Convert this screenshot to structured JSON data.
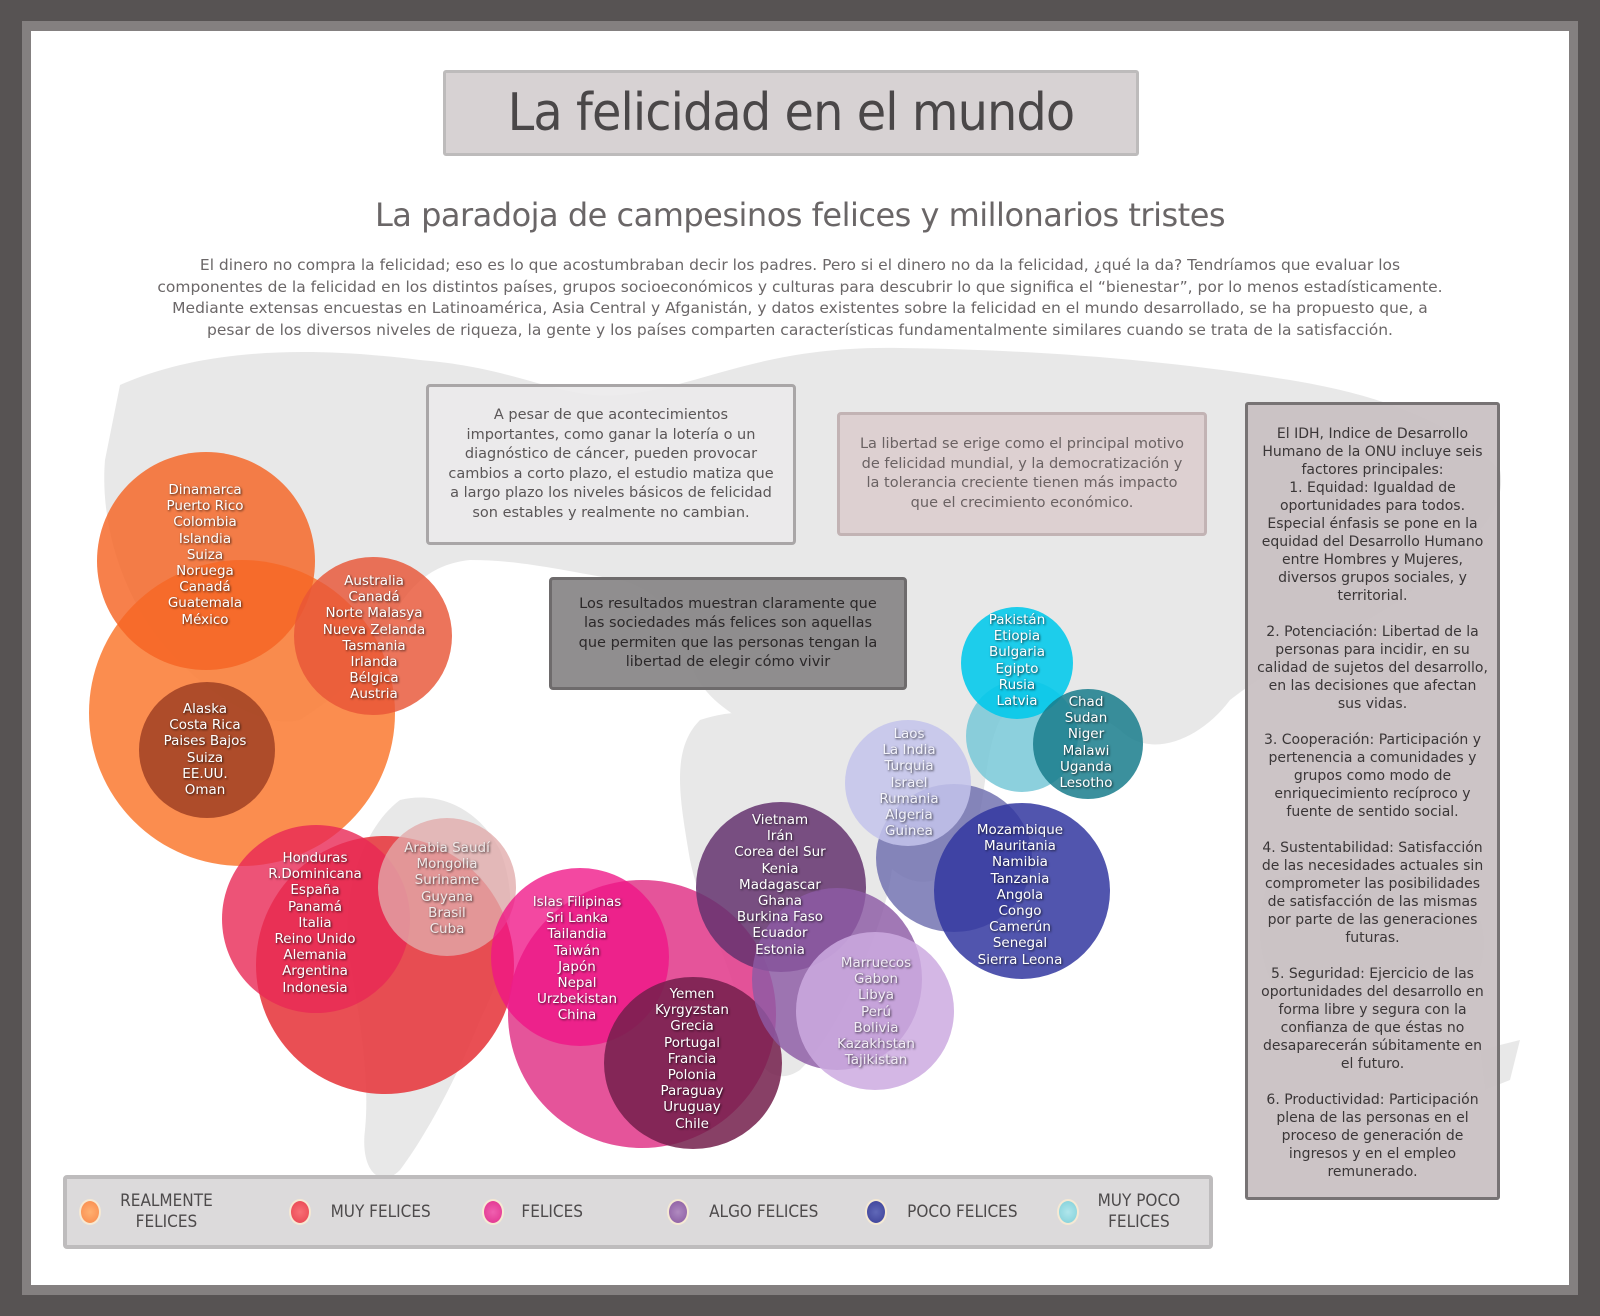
{
  "header": {
    "title": "La felicidad en el mundo",
    "subtitle": "La paradoja de campesinos felices y millonarios tristes",
    "intro": "El dinero no compra la felicidad; eso es lo que acostumbraban decir los padres. Pero si el dinero no da la felicidad, ¿qué la da?  Tendríamos que evaluar los componentes de la felicidad en los distintos países, grupos socioeconómicos y culturas para descubrir lo que significa el “bienestar”, por lo menos estadísticamente. Mediante extensas encuestas en Latinoamérica, Asia Central y Afganistán, y datos existentes sobre la felicidad en el mundo desarrollado, se ha propuesto que, a pesar de los diversos niveles de riqueza, la gente y los países comparten características fundamentalmente similares cuando se trata de la satisfacción."
  },
  "notes": {
    "note1": "A pesar de que acontecimientos importantes, como ganar la lotería o un diagnóstico de cáncer, pueden provocar cambios a corto plazo, el estudio matiza que a largo plazo los niveles básicos de felicidad son estables y realmente no cambian.",
    "note2": "La libertad se erige como el principal motivo de felicidad mundial, y la democratización y la tolerancia creciente tienen más impacto que el crecimiento económico.",
    "note3": "Los resultados muestran claramente que las sociedades más felices son aquellas que permiten que las personas tengan la libertad de elegir cómo vivir"
  },
  "idh": {
    "intro": "El IDH, Indice de Desarrollo Humano de la ONU incluye seis factores principales:",
    "factors": [
      "1. Equidad: Igualdad de oportunidades para todos. Especial énfasis se pone en la equidad del Desarrollo Humano entre Hombres y Mujeres, diversos grupos sociales, y territorial.",
      "2. Potenciación: Libertad de la personas para incidir, en su calidad de sujetos del desarrollo, en las decisiones que afectan sus vidas.",
      "3. Cooperación: Participación y pertenencia a comunidades y grupos como modo de enriquecimiento recíproco y fuente de sentido social.",
      "4. Sustentabilidad: Satisfacción de las necesidades actuales sin comprometer las posibilidades de satisfacción de las mismas por parte de las generaciones futuras.",
      "5. Seguridad: Ejercicio de las oportunidades del desarrollo en forma libre y segura con la confianza de que éstas no desaparecerán súbitamente en el futuro.",
      "6. Productividad: Participación plena de las personas en el proceso de generación de ingresos y en el empleo remunerado."
    ]
  },
  "groups": [
    {
      "category": "Realmente felices",
      "countries": "Dinamarca\nPuerto Rico\nColombia\nIslandia\nSuiza\nNoruega\nCanadá\nGuatemala\nMéxico"
    },
    {
      "category": "Realmente felices",
      "countries": "Australia\nCanadá\nNorte Malasya\nNueva Zelanda\nTasmania\nIrlanda\nBélgica\nAustria"
    },
    {
      "category": "Realmente felices",
      "countries": "Alaska\nCosta Rica\nPaises Bajos\nSuiza\nEE.UU.\nOman"
    },
    {
      "category": "Muy felices",
      "countries": "Honduras\nR.Dominicana\nEspaña\nPanamá\nItalia\nReino Unido\nAlemania\nArgentina\nIndonesia"
    },
    {
      "category": "Muy felices",
      "countries": "Arabia Saudí\nMongolia\nSuriname\nGuyana\nBrasil\nCuba"
    },
    {
      "category": "Felices",
      "countries": "Islas Filipinas\nSri Lanka\nTailandia\nTaiwán\nJapón\nNepal\nUrzbekistan\nChina"
    },
    {
      "category": "Felices",
      "countries": "Yemen\nKyrgyzstan\nGrecia\nPortugal\nFrancia\nPolonia\nParaguay\nUruguay\nChile"
    },
    {
      "category": "Algo felices",
      "countries": "Vietnam\nIrán\nCorea del Sur\nKenia\nMadagascar\nGhana\nBurkina Faso\nEcuador\nEstonia"
    },
    {
      "category": "Algo felices",
      "countries": "Marruecos\nGabon\nLibya\nPerú\nBolivia\nKazakhstan\nTajikistan"
    },
    {
      "category": "Poco felices",
      "countries": "Laos\nLa India\nTurquia\nIsrael\nRumania\nAlgeria\nGuinea"
    },
    {
      "category": "Poco felices",
      "countries": "Mozambique\nMauritania\nNamibia\nTanzania\nAngola\nCongo\nCamerún\nSenegal\nSierra Leona"
    },
    {
      "category": "Muy poco felices",
      "countries": "Pakistán\nEtiopia\nBulgaria\nEgipto\nRusia\nLatvia"
    },
    {
      "category": "Muy poco felices",
      "countries": "Chad\nSudan\nNiger\nMalawi\nUganda\nLesotho"
    }
  ],
  "legend": [
    {
      "label": "REALMENTE\nFELICES",
      "color": "#f9894a"
    },
    {
      "label": "MUY FELICES",
      "color": "#e8434e"
    },
    {
      "label": "FELICES",
      "color": "#e0308c"
    },
    {
      "label": "ALGO FELICES",
      "color": "#8a5aa0"
    },
    {
      "label": "POCO FELICES",
      "color": "#3b3f96"
    },
    {
      "label": "MUY POCO\nFELICES",
      "color": "#7fcfd8"
    }
  ]
}
